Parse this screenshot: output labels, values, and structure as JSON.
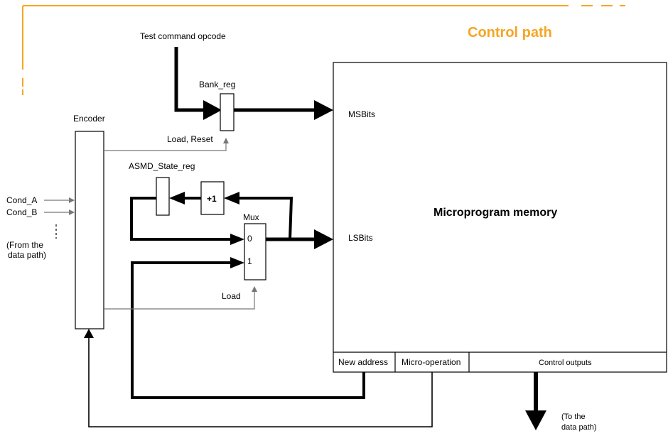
{
  "title": "Control path",
  "colors": {
    "accent": "#f5a623",
    "line": "#000000",
    "thin": "#777777"
  },
  "labels": {
    "test_command_opcode": "Test command opcode",
    "bank_reg": "Bank_reg",
    "encoder": "Encoder",
    "load_reset": "Load, Reset",
    "asmd_state_reg": "ASMD_State_reg",
    "plus_one": "+1",
    "mux": "Mux",
    "mux_in0": "0",
    "mux_in1": "1",
    "load": "Load",
    "cond_a": "Cond_A",
    "cond_b": "Cond_B",
    "from_data_path_1": "(From the",
    "from_data_path_2": "data path)",
    "msbits": "MSBits",
    "lsbits": "LSBits",
    "microprogram_memory": "Microprogram memory",
    "new_address": "New address",
    "micro_operation": "Micro-operation",
    "control_outputs": "Control outputs",
    "to_data_path_1": "(To the",
    "to_data_path_2": "data path)"
  }
}
